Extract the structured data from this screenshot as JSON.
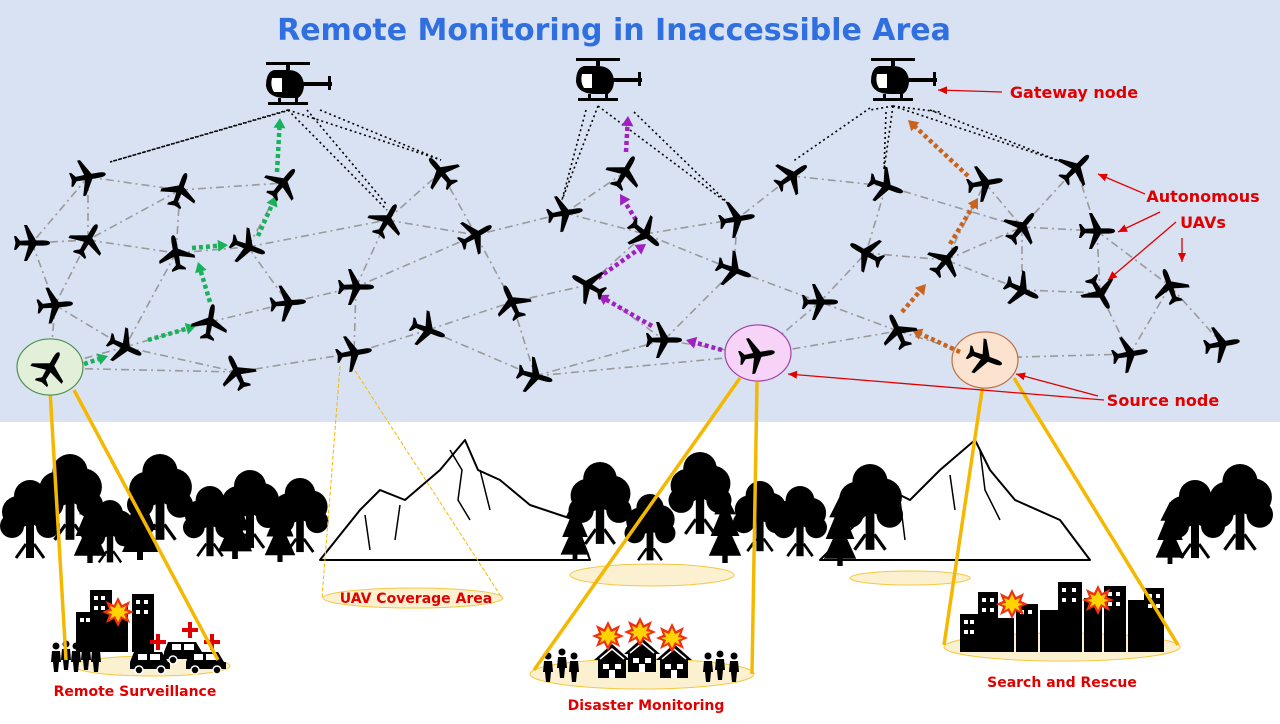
{
  "title": "Remote Monitoring in Inaccessible Area",
  "labels": {
    "gateway": "Gateway node",
    "autonomous_line1": "Autonomous",
    "autonomous_line2": "UAVs",
    "source": "Source node",
    "coverage": "UAV Coverage Area",
    "surveillance": "Remote Surveillance",
    "disaster": "Disaster Monitoring",
    "rescue": "Search and Rescue"
  },
  "colors": {
    "sky": "#d9e2f3",
    "title": "#2f6fe0",
    "annotation": "#e00000",
    "path_surveillance": "#19b25a",
    "path_disaster": "#a020c0",
    "path_rescue": "#c8641e",
    "beam": "#f5b800",
    "source_surveillance_fill": "#e2f0d9",
    "source_disaster_fill": "#f7d4f7",
    "source_rescue_fill": "#fbe3cf"
  },
  "icons": [
    "helicopter-icon",
    "airplane-icon",
    "tree-icon",
    "mountain-icon",
    "building-icon",
    "fire-icon",
    "ambulance-icon",
    "person-icon",
    "house-icon"
  ]
}
